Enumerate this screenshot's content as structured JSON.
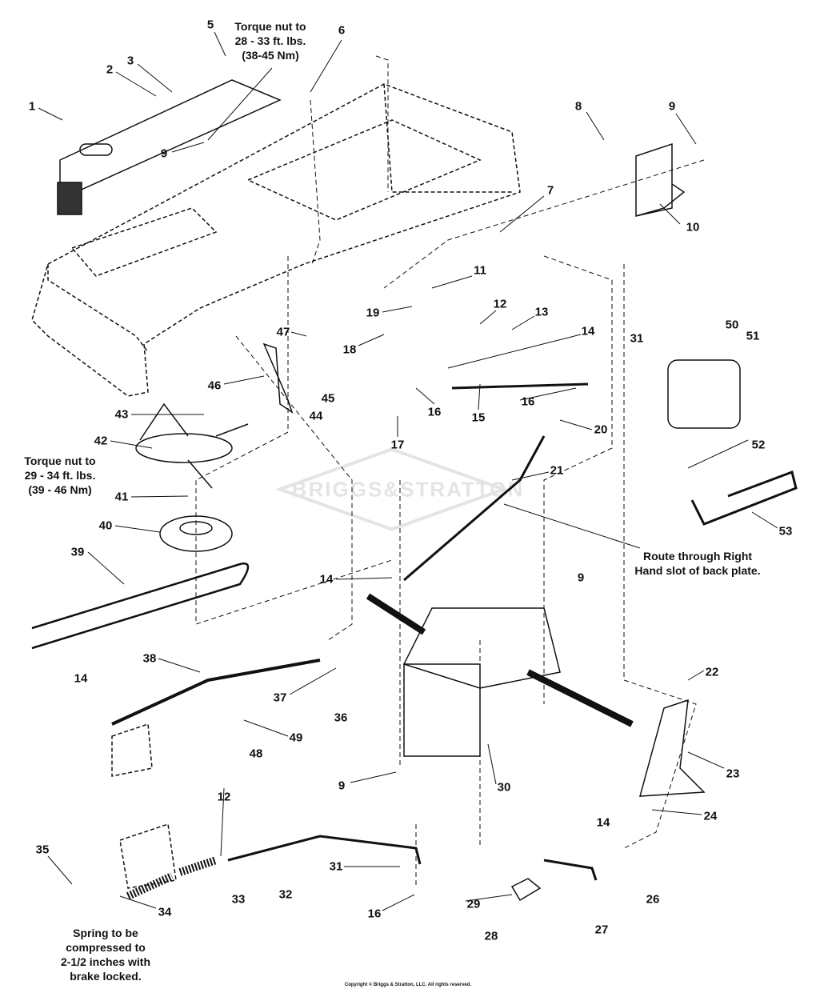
{
  "labels": {
    "p1": "1",
    "p2": "2",
    "p3": "3",
    "p5": "5",
    "p6": "6",
    "p7": "7",
    "p8": "8",
    "p9": "9",
    "p10": "10",
    "p11": "11",
    "p12": "12",
    "p13": "13",
    "p14": "14",
    "p15": "15",
    "p16": "16",
    "p17": "17",
    "p18": "18",
    "p19": "19",
    "p20": "20",
    "p21": "21",
    "p22": "22",
    "p23": "23",
    "p24": "24",
    "p26": "26",
    "p27": "27",
    "p28": "28",
    "p29": "29",
    "p30": "30",
    "p31": "31",
    "p32": "32",
    "p33": "33",
    "p34": "34",
    "p35": "35",
    "p36": "36",
    "p37": "37",
    "p38": "38",
    "p39": "39",
    "p40": "40",
    "p41": "41",
    "p42": "42",
    "p43": "43",
    "p44": "44",
    "p45": "45",
    "p46": "46",
    "p47": "47",
    "p48": "48",
    "p49": "49",
    "p50": "50",
    "p51": "51",
    "p52": "52",
    "p53": "53"
  },
  "notes": {
    "torque_top": [
      "Torque nut to",
      "28 - 33 ft. lbs.",
      "(38-45 Nm)"
    ],
    "torque_left": [
      "Torque nut to",
      "29 - 34 ft. lbs.",
      "(39 - 46 Nm)"
    ],
    "route": [
      "Route through Right",
      "Hand slot of back plate."
    ],
    "spring": [
      "Spring to be",
      "compressed to",
      "2-1/2 inches with",
      "brake locked."
    ]
  },
  "watermark": "BRIGGS&STRATTON",
  "copyright": "Copyright © Briggs & Stratton, LLC. All rights reserved."
}
